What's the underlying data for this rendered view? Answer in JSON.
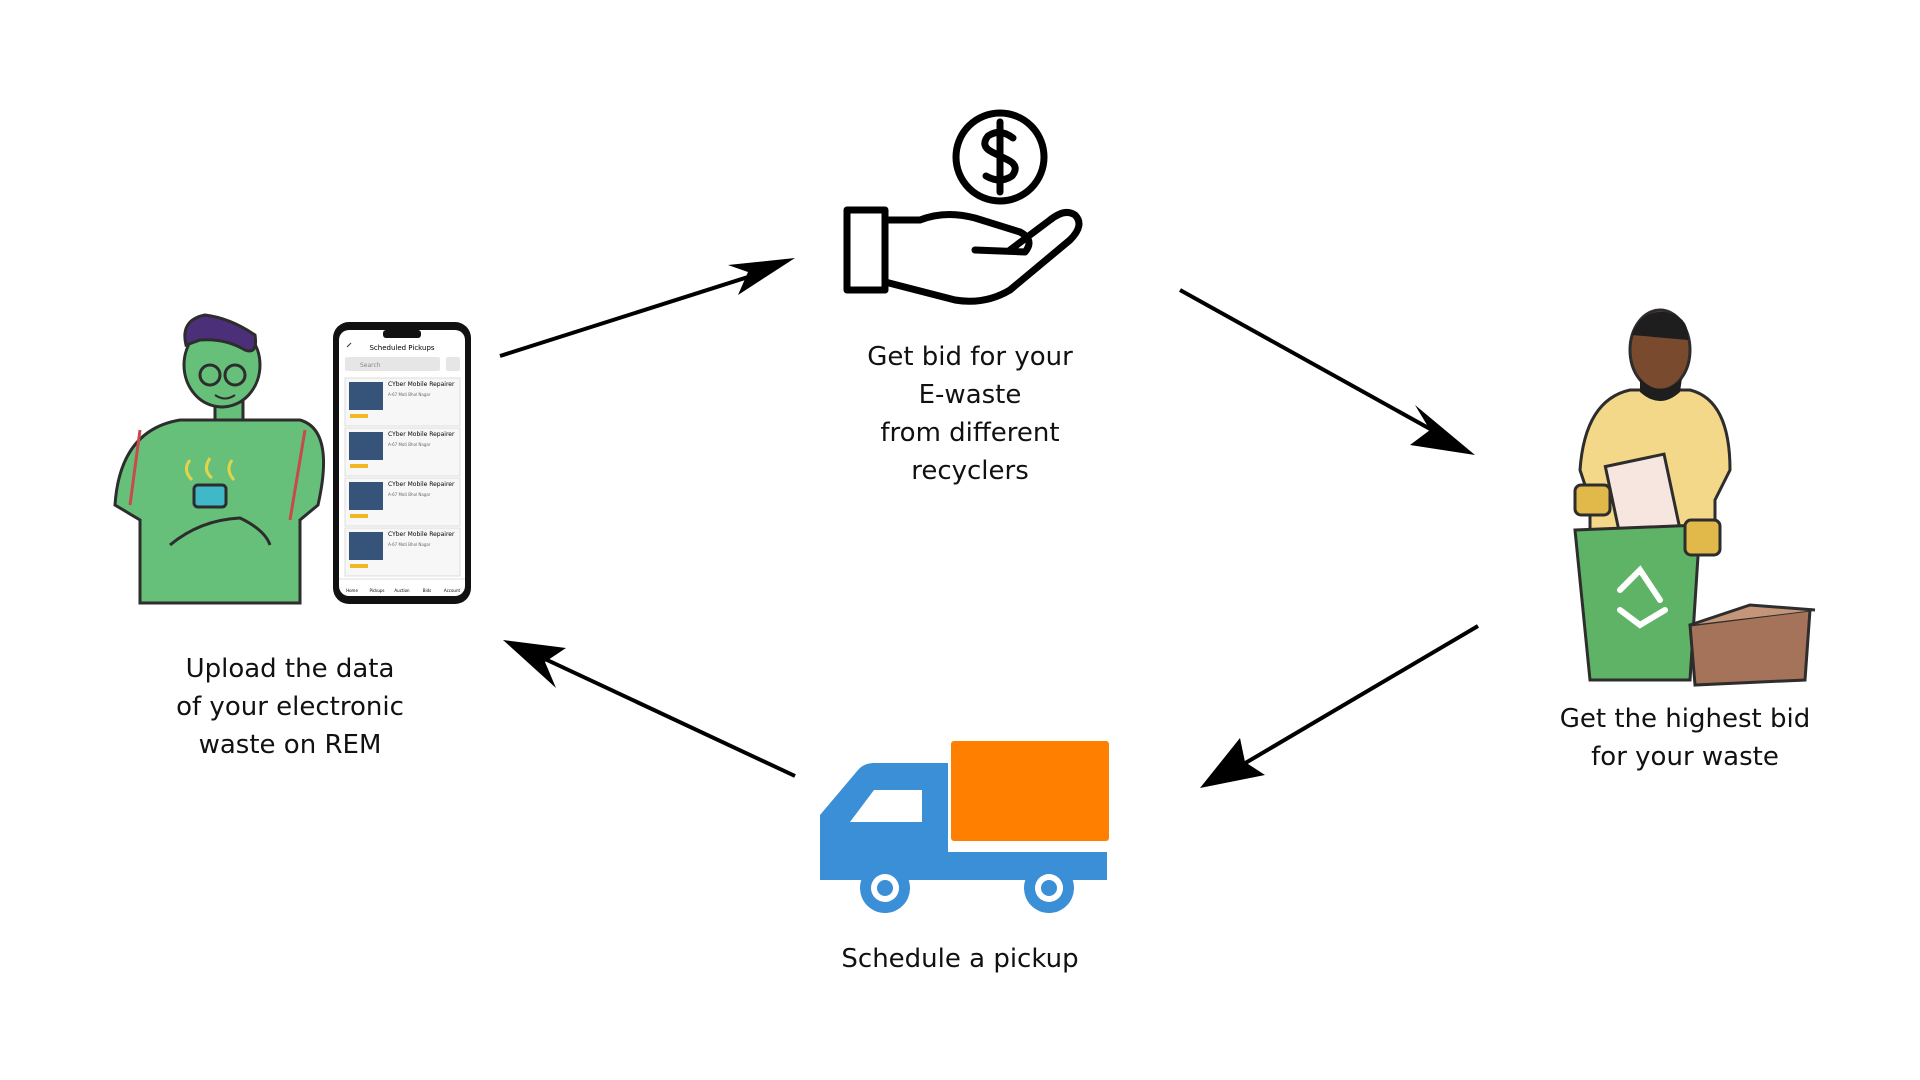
{
  "steps": [
    {
      "lines": [
        "Get bid for your",
        "E-waste",
        "from different",
        "recyclers"
      ],
      "icon": "hand-coin-icon"
    },
    {
      "lines": [
        "Get the highest bid",
        "for your waste"
      ],
      "icon": "recycling-person-icon"
    },
    {
      "lines": [
        "Schedule a pickup"
      ],
      "icon": "delivery-truck-icon"
    },
    {
      "lines": [
        "Upload the data",
        "of your electronic",
        "waste on REM"
      ],
      "icon": "person-with-phone-icon"
    }
  ],
  "phone": {
    "header": "Scheduled Pickups",
    "search_placeholder": "Search",
    "listings": [
      {
        "name": "CYber Mobile Repairer",
        "address": "A-67 Moti Bhol Nagar"
      },
      {
        "name": "CYber Mobile Repairer",
        "address": "A-67 Moti Bhol Nagar"
      },
      {
        "name": "CYber Mobile Repairer",
        "address": "A-67 Moti Bhol Nagar"
      },
      {
        "name": "CYber Mobile Repairer",
        "address": "A-67 Moti Bhol Nagar"
      }
    ],
    "nav": [
      "Home",
      "Pickups",
      "Auction",
      "Bids",
      "Account"
    ]
  },
  "colors": {
    "truck_blue": "#3a8fd6",
    "truck_cargo": "#ff8000",
    "person_green": "#66c07a",
    "bin_green": "#5fb366",
    "shirt_yellow": "#f4d88a",
    "box_brown": "#a5735a"
  }
}
